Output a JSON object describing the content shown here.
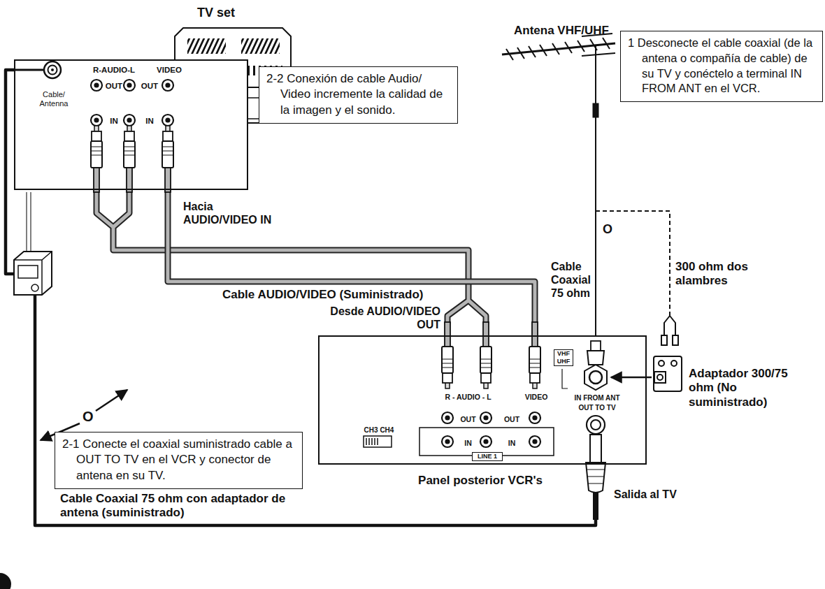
{
  "diagram": {
    "nodes": [
      {
        "text": [
          "R-AUDIO-L",
          "VIDEO",
          "OUT",
          "OUT",
          "Cable/ Antenna",
          "IN",
          "IN"
        ]
      },
      {
        "text": [
          "2-2 Conexión de cable Audio/ Video incremente la calidad de la imagen y el sonido."
        ]
      },
      {
        "text": [
          "1 Desconecte el cable coaxial (de la antena o compañía de cable) de su TV y conéctelo a terminal IN FROM ANT en el VCR."
        ]
      },
      {
        "text": [
          "R - AUDIO - L",
          "VIDEO",
          "VHF UHF",
          "IN FROM ANT",
          "OUT",
          "OUT",
          "OUT TO TV",
          "CH3 CH4",
          "IN",
          "IN",
          "LINE 1",
          "Panel posterior VCR's"
        ]
      },
      {
        "text": [
          "2-1 Conecte el coaxial suministrado cable a OUT TO TV en el VCR y conector de antena en su TV."
        ]
      }
    ],
    "edges": [
      {
        "from": 3,
        "to": 0,
        "arrow": "none"
      },
      {
        "from": 3,
        "to": 0,
        "arrow": "none"
      }
    ],
    "labels": [
      "TV set",
      "Antena VHF/UHF",
      "Hacia AUDIO/VIDEO IN",
      "Cable AUDIO/VIDEO (Suministrado)",
      "O",
      "Cable Coaxial 75 ohm",
      "300 ohm dos alambres",
      "Desde AUDIO/VIDEO OUT",
      "Adaptador 300/75 ohm (No suministrado)",
      "O",
      "Salida al TV",
      "Cable Coaxial 75 ohm con adaptador de antena (suministrado)"
    ]
  }
}
